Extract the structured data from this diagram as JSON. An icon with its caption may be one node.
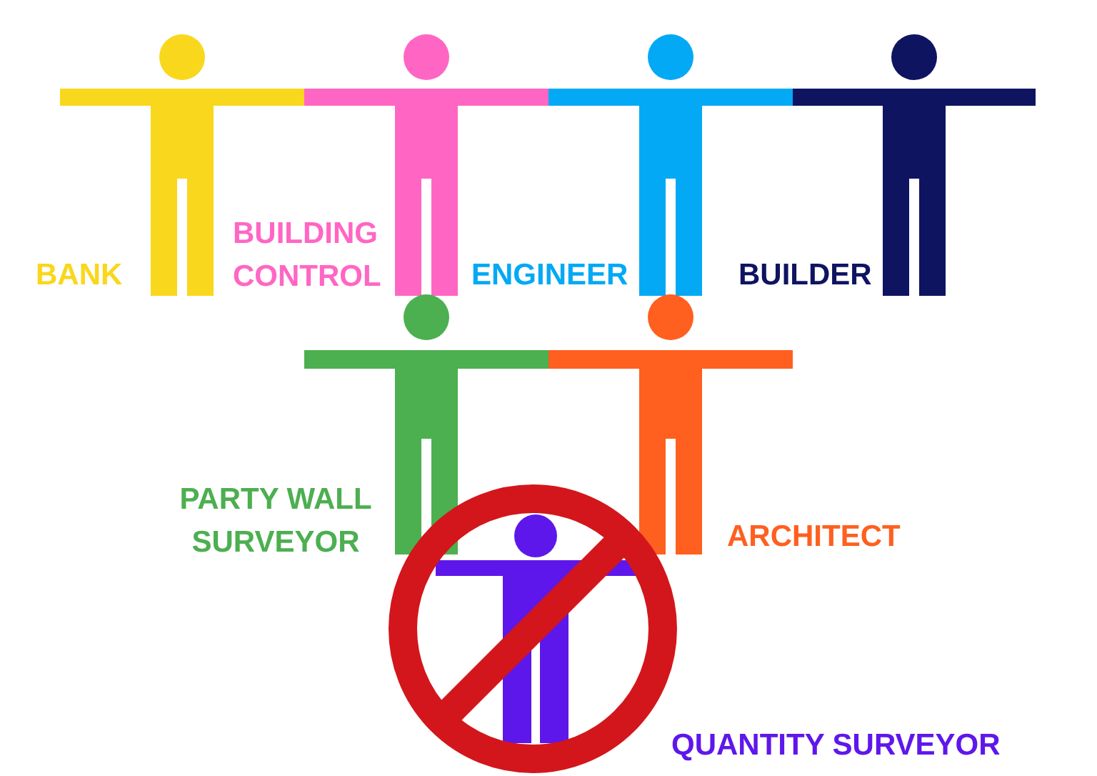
{
  "diagram": {
    "nodes": [
      {
        "text": [
          "BANK"
        ]
      },
      {
        "text": [
          "BUILDING CONTROL"
        ]
      },
      {
        "text": [
          "ENGINEER"
        ]
      },
      {
        "text": [
          "BUILDER"
        ]
      },
      {
        "text": [
          "PARTY WALL SURVEYOR"
        ]
      },
      {
        "text": [
          "ARCHITECT"
        ]
      },
      {
        "text": [
          "QUANTITY SURVEYOR"
        ]
      },
      {
        "text": [],
        "shape": "sign"
      }
    ]
  }
}
